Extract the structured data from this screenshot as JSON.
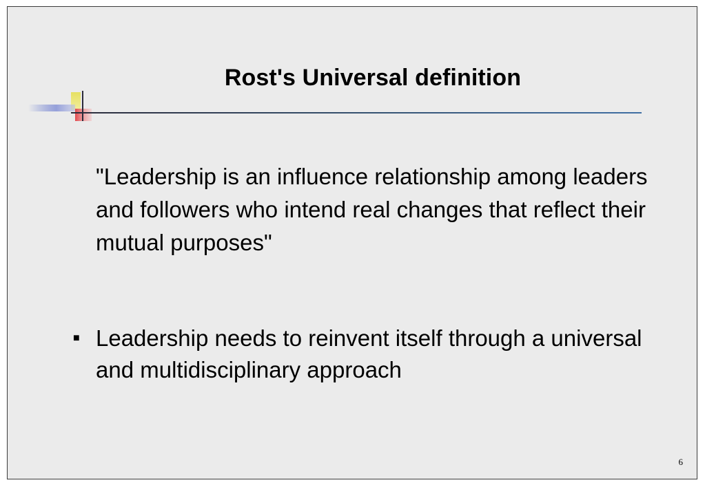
{
  "slide": {
    "title": "Rost's Universal definition",
    "quote": "\"Leadership is an influence relationship among leaders and followers who intend real changes that reflect their mutual purposes\"",
    "bullets": [
      {
        "marker": "■",
        "text": "Leadership needs to reinvent itself through a universal and multidisciplinary approach"
      }
    ],
    "page_number": "6"
  },
  "colors": {
    "background": "#ebebeb",
    "accent_yellow": "#e8e36a",
    "accent_red": "#e8585a",
    "accent_blue": "#9aa6d8",
    "rule_blue": "#3f6ea3"
  }
}
